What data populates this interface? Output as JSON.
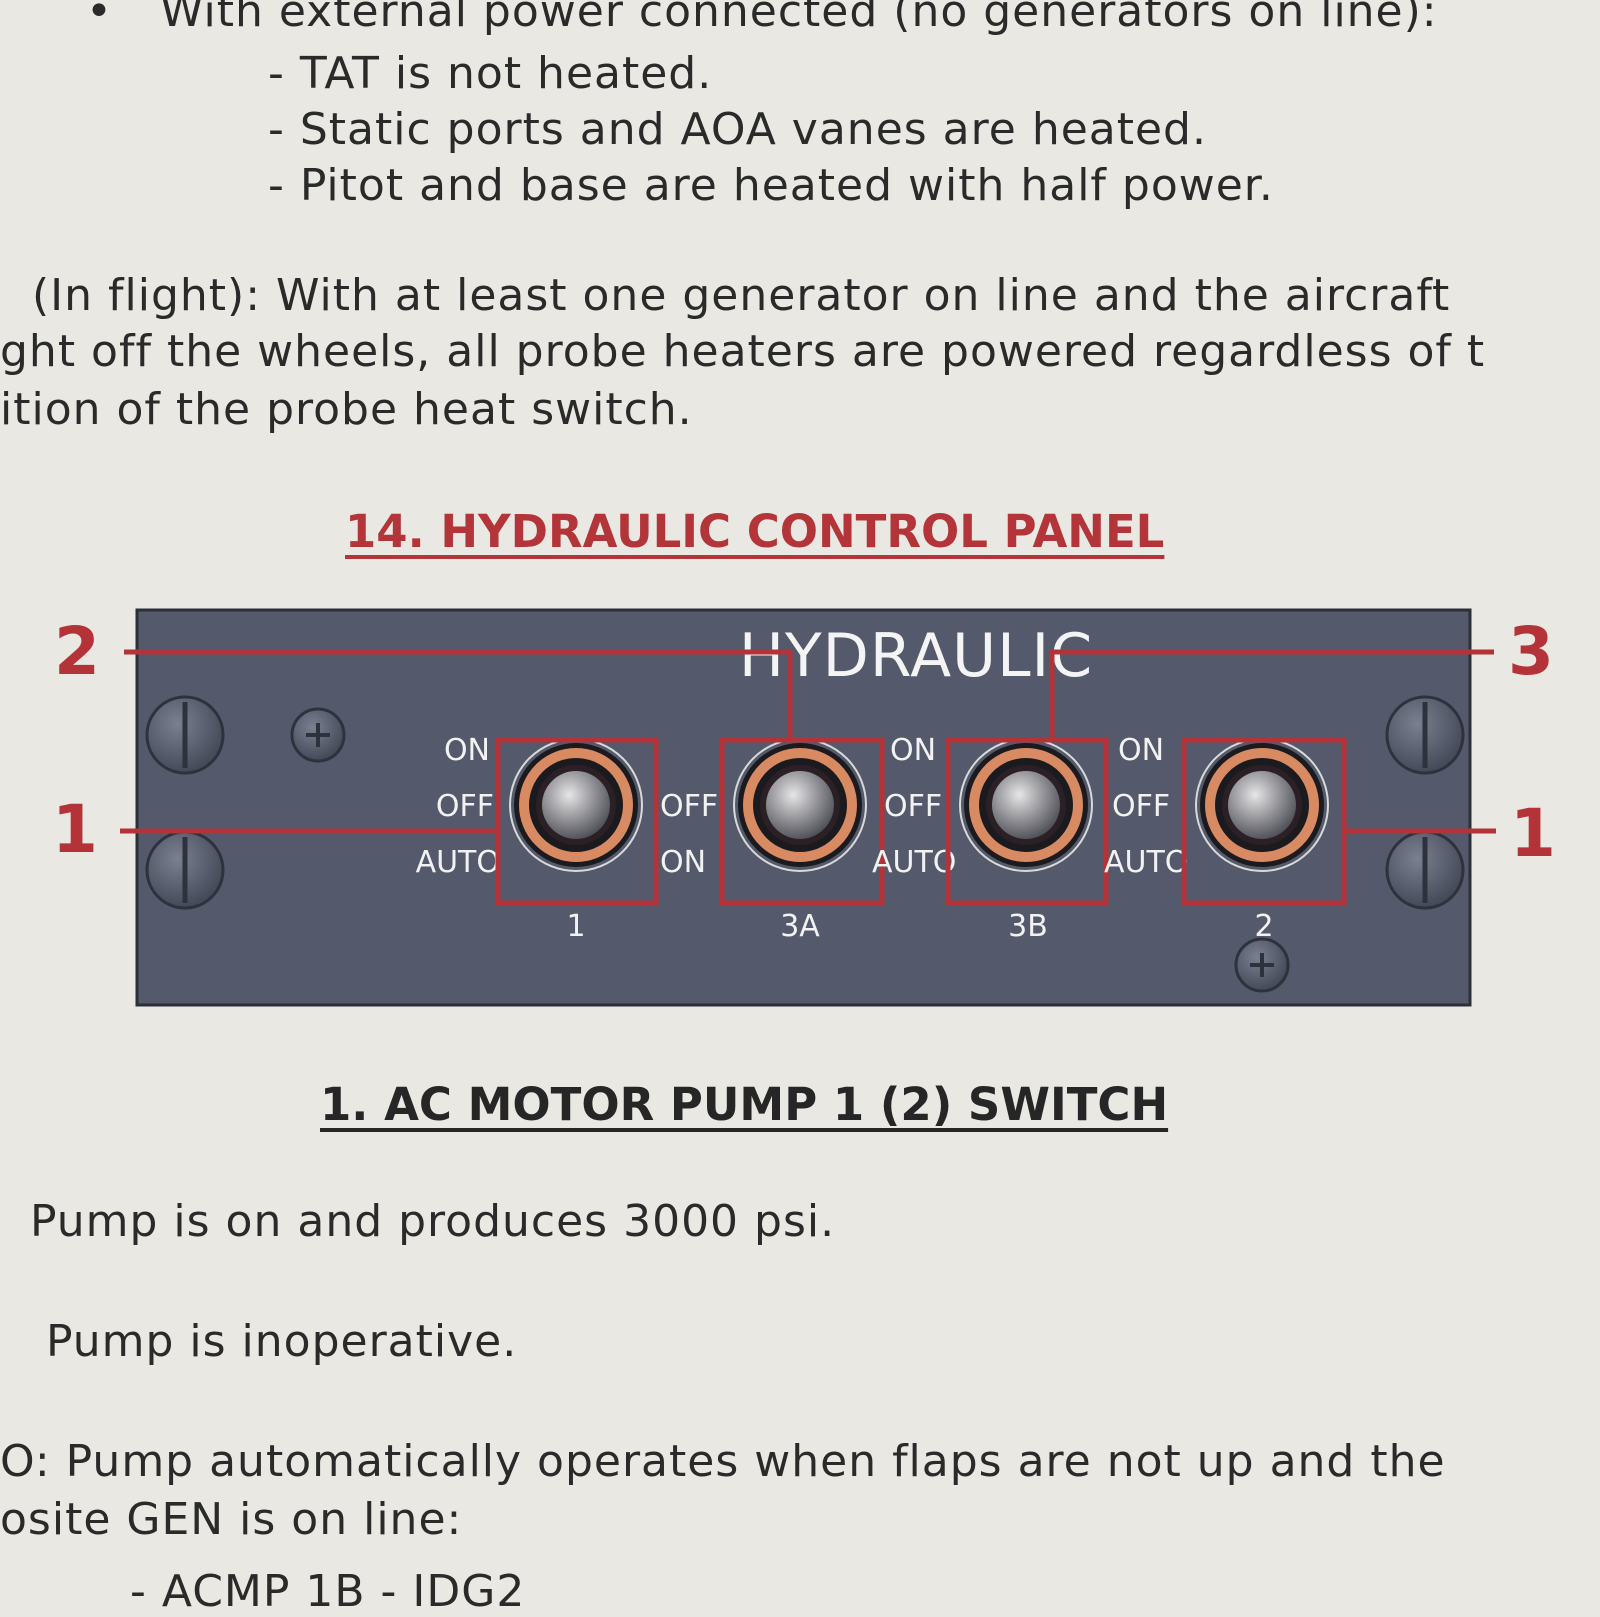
{
  "intro": {
    "bullet_line": "With external power connected (no generators on line):",
    "sub_items": [
      "- TAT is not heated.",
      "- Static ports and AOA vanes are heated.",
      "- Pitot and base are heated with half power."
    ]
  },
  "in_flight": {
    "lines": [
      "(In flight):  With at least one generator on line and the aircraft",
      "ght off the wheels, all probe heaters are powered regardless of t",
      "ition of the probe heat switch."
    ]
  },
  "section_heading": "14. HYDRAULIC CONTROL PANEL",
  "panel": {
    "title": "HYDRAULIC",
    "callouts": {
      "left_top": "2",
      "right_top": "3",
      "left_mid": "1",
      "right_mid": "1"
    },
    "switches": [
      {
        "name": "1",
        "labels": [
          "ON",
          "OFF",
          "AUTO"
        ]
      },
      {
        "name": "3A",
        "labels": [
          "OFF",
          "ON"
        ]
      },
      {
        "name": "3B",
        "labels": [
          "ON",
          "OFF",
          "AUTO"
        ]
      },
      {
        "name": "2",
        "labels": [
          "ON",
          "OFF",
          "AUTO"
        ]
      }
    ],
    "colors": {
      "panel": "#545a6b",
      "callout": "#b33338",
      "switch_ring": "#d88a62"
    }
  },
  "subsection_heading": "1. AC MOTOR PUMP 1 (2) SWITCH",
  "descriptions": {
    "on": "Pump is on and produces 3000 psi.",
    "off": "Pump is inoperative.",
    "auto_line1": "O:  Pump automatically operates when flaps are not up and the",
    "auto_line2": "osite GEN is on line:",
    "auto_line3": "- ACMP 1B - IDG2"
  }
}
